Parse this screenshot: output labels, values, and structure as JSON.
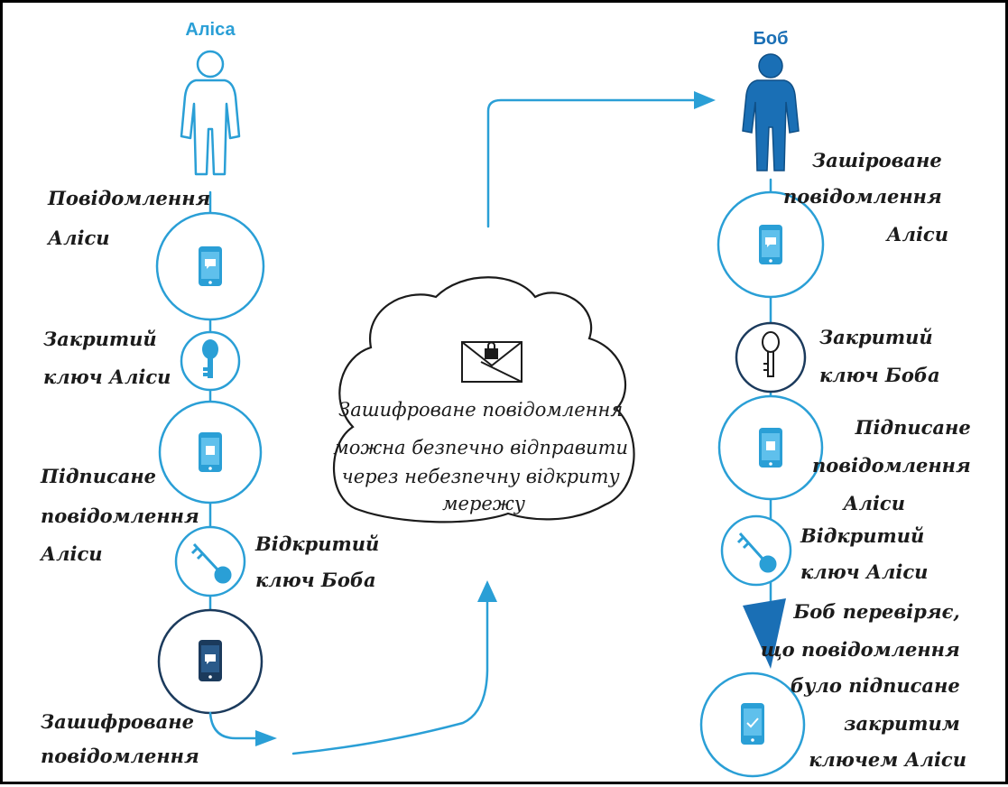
{
  "colors": {
    "accent": "#2a9fd6",
    "dark": "#1b3a5c",
    "bob_figure": "#1a6fb5",
    "text": "#1b1b1b"
  },
  "alice": {
    "name": "Аліса",
    "labels": {
      "message": [
        "Повідомлення",
        "Аліси"
      ],
      "private_key": [
        "Закритий",
        "ключ Аліси"
      ],
      "signed": [
        "Підписане",
        "повідомлення",
        "Аліси"
      ],
      "bob_public_key": [
        "Відкритий",
        "ключ Боба"
      ],
      "encrypted": [
        "Зашифроване",
        "повідомлення"
      ]
    }
  },
  "cloud": {
    "text": [
      "Зашифроване повідомлення",
      "можна безпечно відправити",
      "через небезпечну відкриту",
      "мережу"
    ]
  },
  "bob": {
    "name": "Боб",
    "labels": {
      "encrypted": [
        "Зашiроване",
        "повідомлення",
        "Аліси"
      ],
      "private_key": [
        "Закритий",
        "ключ Боба"
      ],
      "signed": [
        "Підписане",
        "повідомлення",
        "Аліси"
      ],
      "alice_public_key": [
        "Відкритий",
        "ключ Аліси"
      ],
      "verify": [
        "Боб перевіряє,",
        "що повідомлення",
        "було підписане",
        "закритим",
        "ключем Аліси"
      ]
    }
  }
}
